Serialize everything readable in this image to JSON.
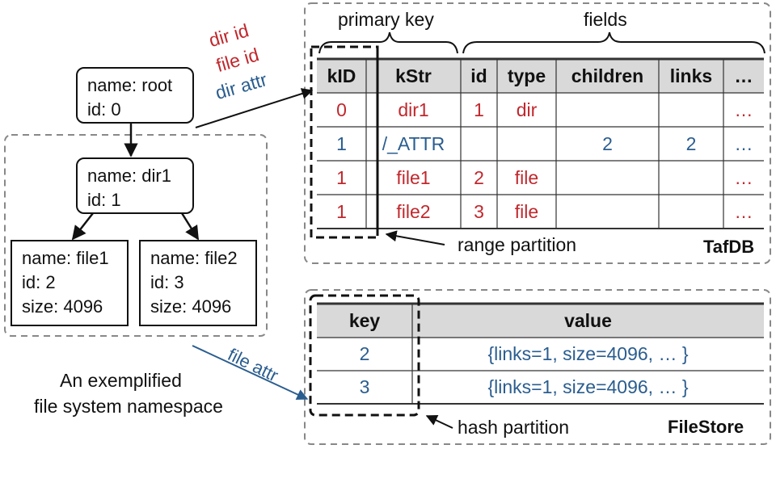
{
  "tree": {
    "root": {
      "name": "name: root",
      "id": "id: 0"
    },
    "dir1": {
      "name": "name: dir1",
      "id": "id: 1"
    },
    "file1": {
      "name": "name: file1",
      "id": "id: 2",
      "size": "size: 4096"
    },
    "file2": {
      "name": "name: file2",
      "id": "id: 3",
      "size": "size: 4096"
    },
    "caption_line1": "An exemplified",
    "caption_line2": "file system namespace"
  },
  "arrow_labels": {
    "dir_id": "dir id",
    "file_id": "file id",
    "dir_attr": "dir attr",
    "file_attr": "file attr"
  },
  "colors": {
    "red": "#c0282d",
    "blue": "#2a5d8f",
    "header_bg": "#d9d9d9"
  },
  "tafdb": {
    "name": "TafDB",
    "primary_key_label": "primary key",
    "fields_label": "fields",
    "partition_label": "range partition",
    "columns": [
      "kID",
      "kStr",
      "id",
      "type",
      "children",
      "links",
      "…"
    ],
    "rows": [
      {
        "color": "red",
        "cells": [
          "0",
          "dir1",
          "1",
          "dir",
          "",
          "",
          "…"
        ]
      },
      {
        "color": "blue",
        "cells": [
          "1",
          "/_ATTR",
          "",
          "",
          "2",
          "2",
          "…"
        ]
      },
      {
        "color": "red",
        "cells": [
          "1",
          "file1",
          "2",
          "file",
          "",
          "",
          "…"
        ]
      },
      {
        "color": "red",
        "cells": [
          "1",
          "file2",
          "3",
          "file",
          "",
          "",
          "…"
        ]
      }
    ]
  },
  "filestore": {
    "name": "FileStore",
    "partition_label": "hash partition",
    "columns": [
      "key",
      "value"
    ],
    "rows": [
      {
        "color": "blue",
        "cells": [
          "2",
          "{links=1, size=4096, … }"
        ]
      },
      {
        "color": "blue",
        "cells": [
          "3",
          "{links=1, size=4096, … }"
        ]
      }
    ]
  }
}
